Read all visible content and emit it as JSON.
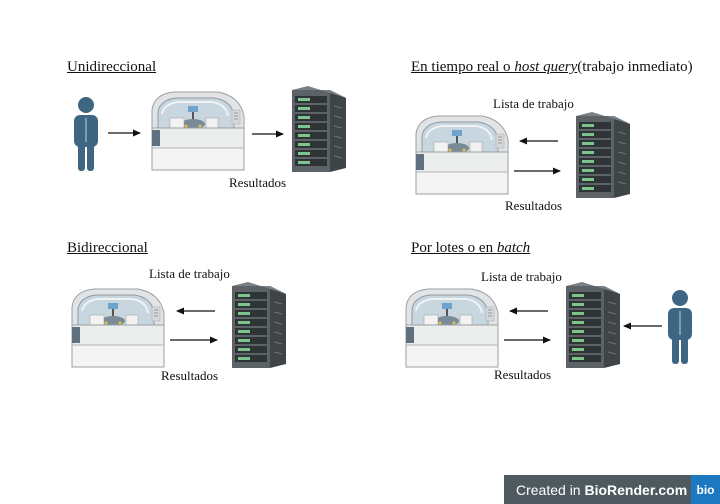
{
  "panels": {
    "unidireccional": {
      "title": "Unidireccional",
      "result": "Resultados"
    },
    "tiempo_real": {
      "title_a": "En tiempo real o ",
      "title_b": "host query",
      "title_c": " (trabajo inmediato)",
      "worklist": "Lista de trabajo",
      "result": "Resultados"
    },
    "bidireccional": {
      "title": "Bidireccional",
      "worklist": "Lista de trabajo",
      "result": "Resultados"
    },
    "lotes": {
      "title_a": "Por lotes o en ",
      "title_b": "batch",
      "worklist": "Lista de trabajo",
      "result": "Resultados"
    }
  },
  "icons": [
    "person-icon",
    "analyzer-icon",
    "server-icon",
    "arrow-icon"
  ],
  "colors": {
    "person": "#3e6683",
    "server_body": "#5c6266",
    "server_led": "#7cc48a",
    "badge_bg": "#4f5a60",
    "badge_logo": "#1c78c0"
  },
  "badge": {
    "created_in": "Created in ",
    "brand": "BioRender.com",
    "logo": "bio"
  }
}
